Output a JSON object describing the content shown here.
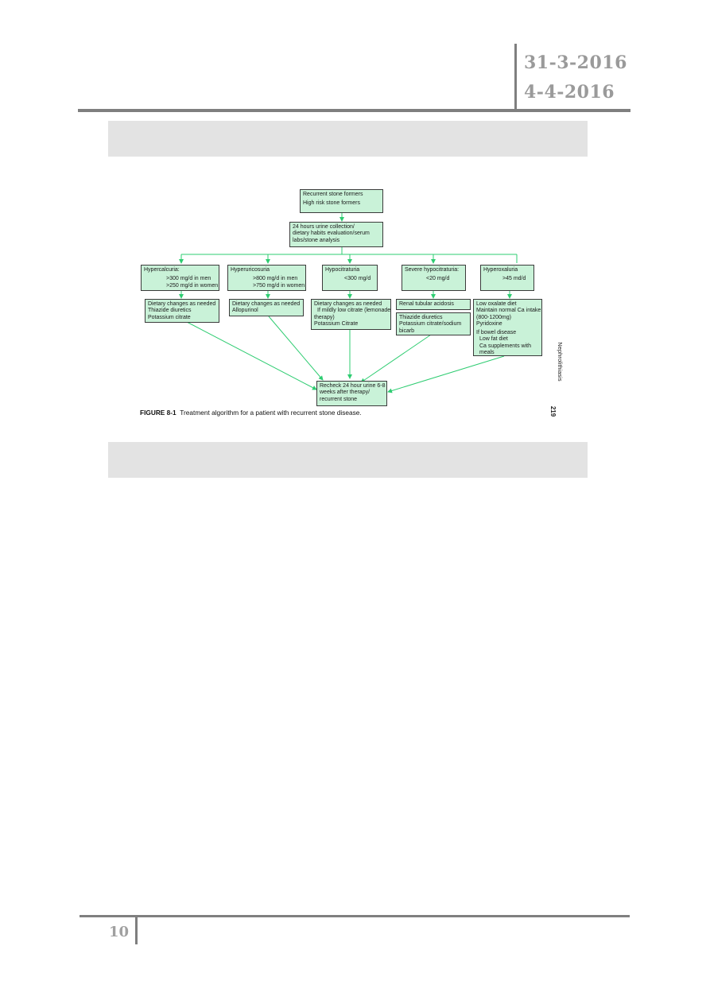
{
  "header": {
    "date_1": "31-3-2016",
    "date_2": "4-4-2016"
  },
  "figure": {
    "caption_label": "FIGURE 8-1",
    "caption_text": "Treatment algorithm for a patient with recurrent stone disease.",
    "side_title": "Nephrolithiasis",
    "side_page": "219",
    "colors": {
      "box_fill": "#c9f2d8",
      "arrow": "#2ecc71"
    },
    "top": {
      "line1": "Recurrent stone formers",
      "line2": "High risk stone formers"
    },
    "collection": {
      "line1": "24 hours urine collection/",
      "line2": "dietary habits evaluation/serum",
      "line3": "labs/stone analysis"
    },
    "hypercalciuria": {
      "title": "Hypercalcuria:",
      "l1": ">300 mg/d in men",
      "l2": ">250 mg/d in women",
      "t1": "Dietary changes as needed",
      "t2": "Thiazide diuretics",
      "t3": "Potassium citrate"
    },
    "hyperuricosuria": {
      "title": "Hyperuricosuria",
      "l1": ">800 mg/d in men",
      "l2": ">750 mg/d in women",
      "t1": "Dietary changes as needed",
      "t2": "Allopurinol"
    },
    "hypocitraturia": {
      "title": "Hypocitraturia",
      "l1": "<300 mg/d",
      "t1": "Dietary changes as needed",
      "t2": "If mildly low citrate (lemonade",
      "t3": "therapy)",
      "t4": "Potassium Citrate"
    },
    "severe": {
      "title": "Severe hypocitraturia:",
      "l1": "<20 mg/d",
      "t1": "Renal tubular acidosis",
      "t2": "Thiazide diuretics",
      "t3": "Potassium citrate/sodium",
      "t4": "bicarb"
    },
    "hyperoxaluria": {
      "title": "Hyperoxaluria",
      "l1": ">45 md/d",
      "t1": "Low oxalate diet",
      "t2": "Maintain normal Ca intake",
      "t3": "(800-1200mg)",
      "t4": "Pyridoxine",
      "t5": "If bowel disease",
      "t6": "Low fat diet",
      "t7": "Ca supplements with",
      "t8": "meals"
    },
    "recheck": {
      "line1": "Recheck 24 hour urine 6-8",
      "line2": "weeks after therapy/",
      "line3": "recurrent stone"
    }
  },
  "footer": {
    "page_number": "10"
  }
}
